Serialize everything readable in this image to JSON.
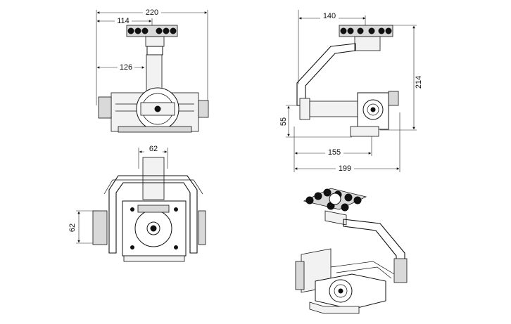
{
  "front_view": {
    "dim_overall_width": "220",
    "dim_half_width": "114",
    "dim_arm_offset": "126"
  },
  "side_view": {
    "dim_top_width": "140",
    "dim_height": "214",
    "dim_base_height": "55",
    "dim_inner_depth": "155",
    "dim_overall_depth": "199"
  },
  "rear_view": {
    "dim_arm_width": "62",
    "dim_plate_height": "62"
  }
}
